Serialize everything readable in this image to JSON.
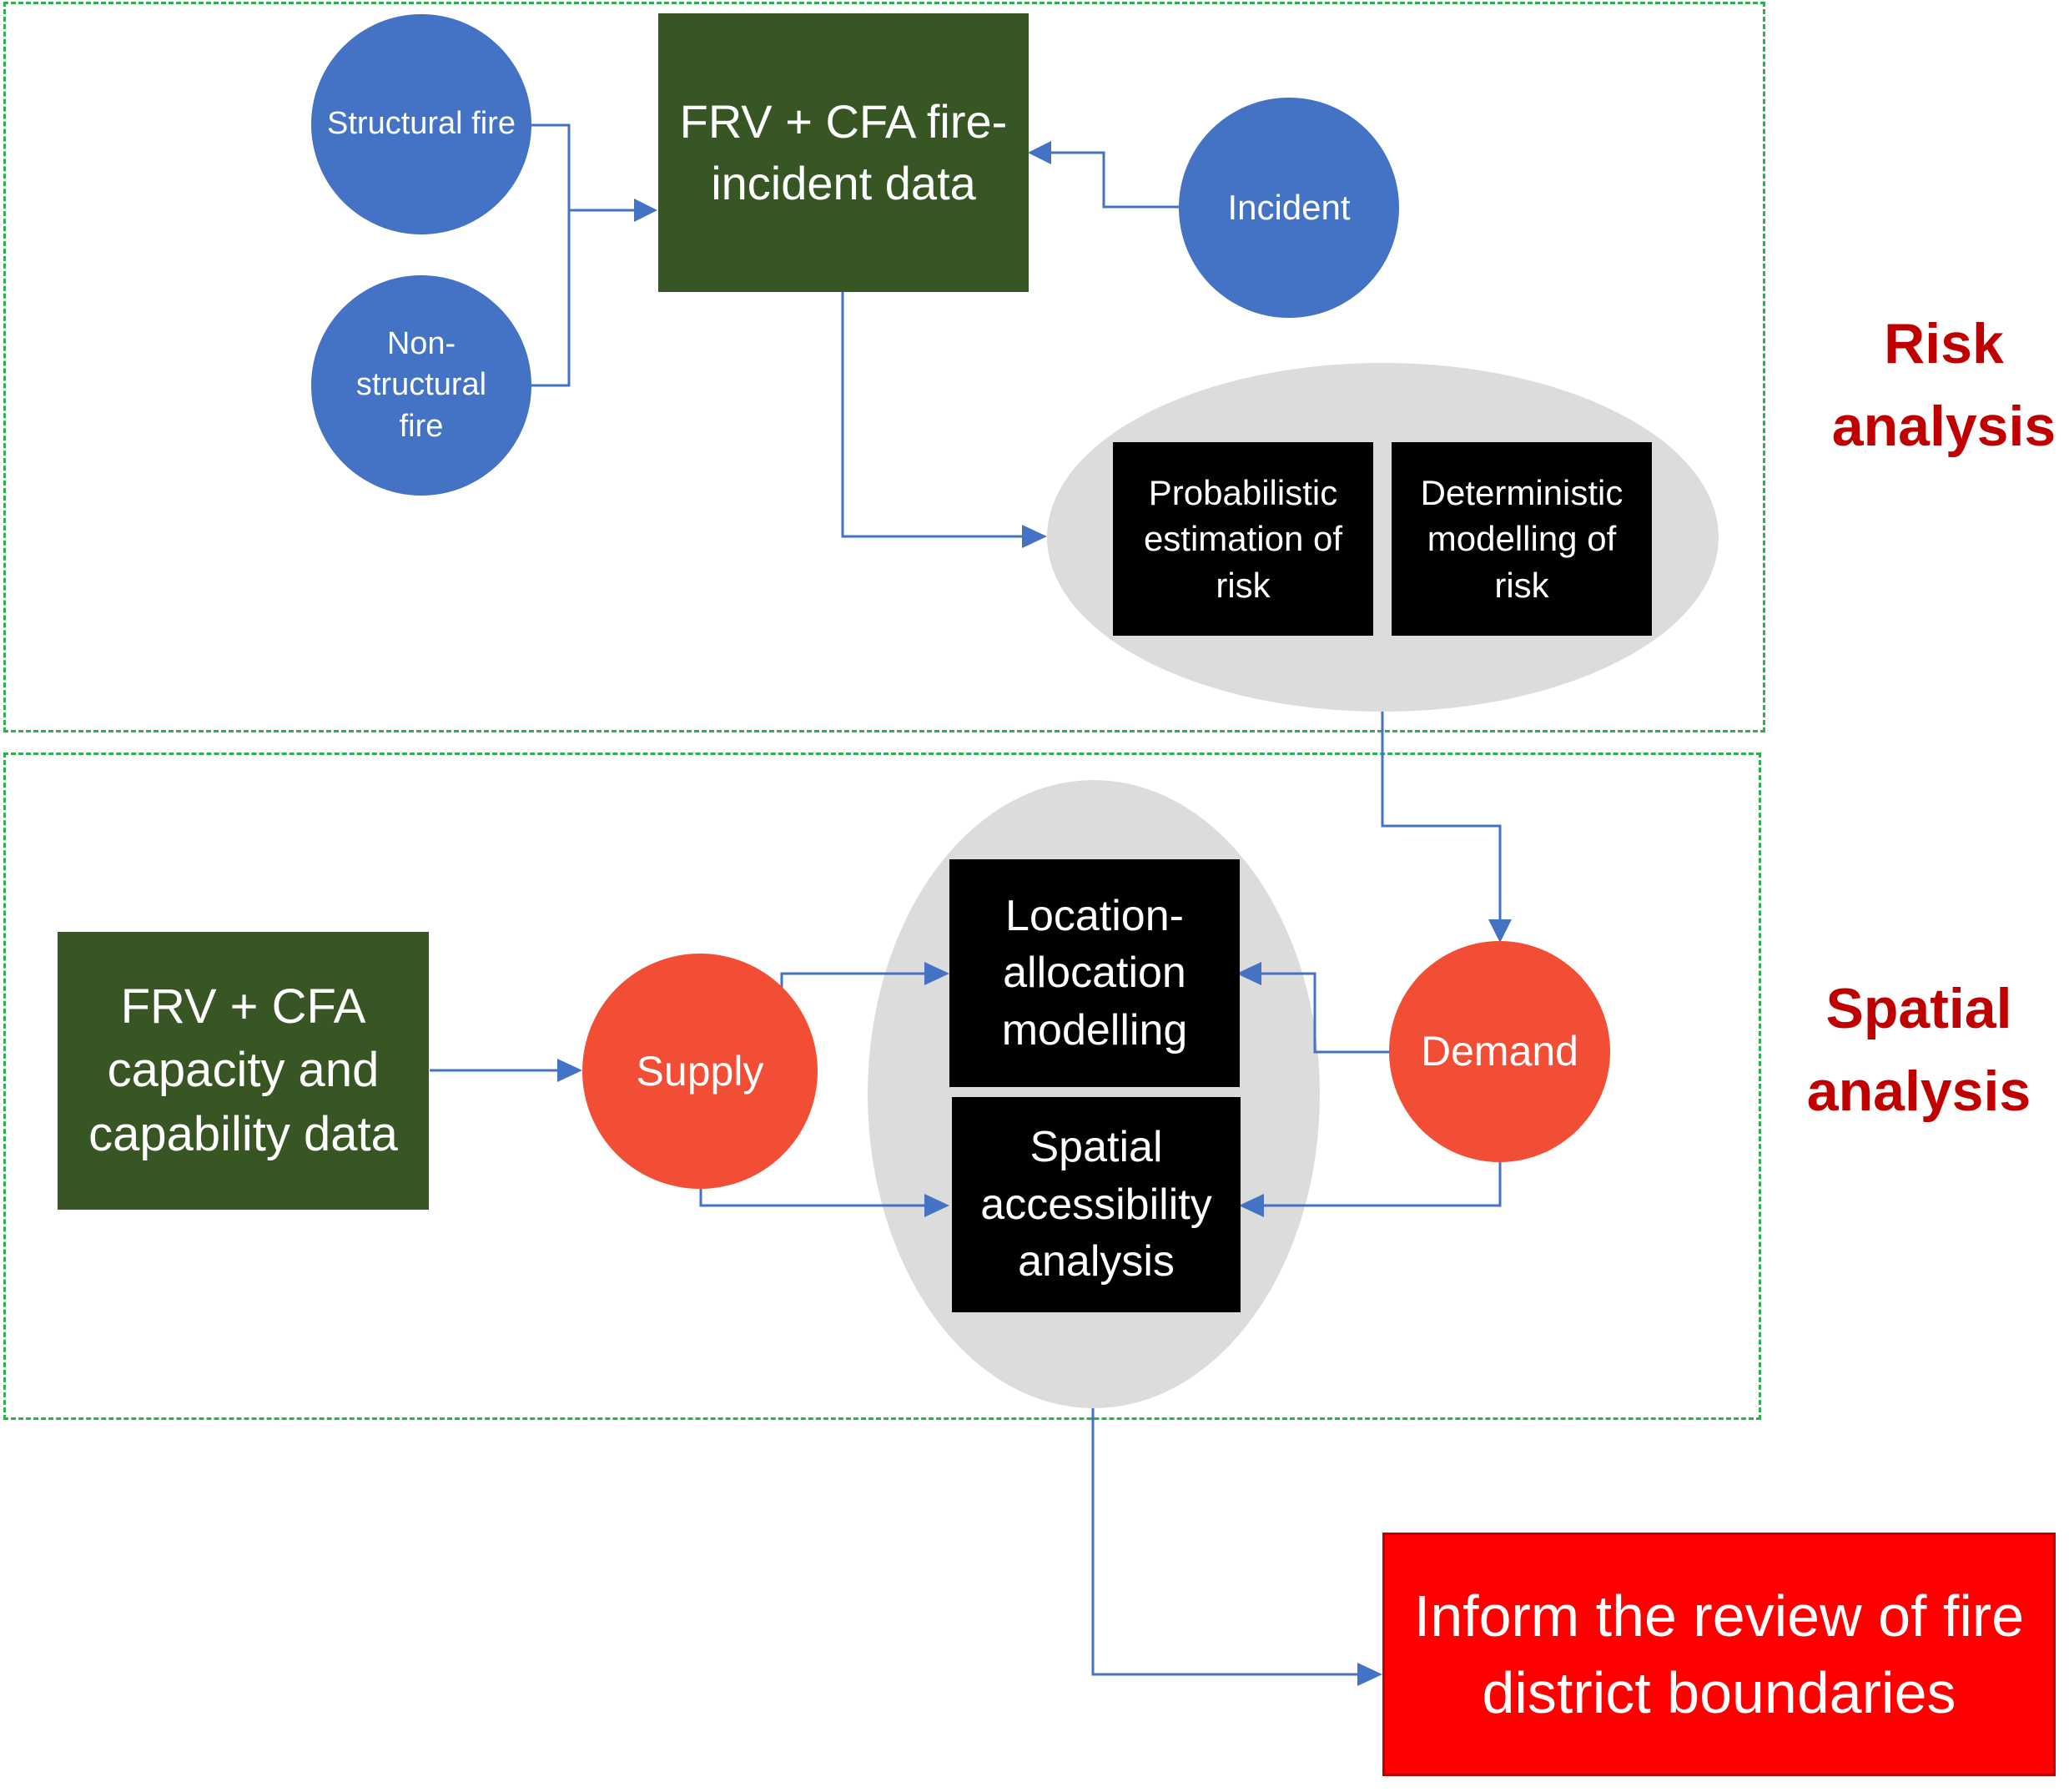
{
  "sections": {
    "risk_label_line1": "Risk",
    "risk_label_line2": "analysis",
    "spatial_label_line1": "Spatial",
    "spatial_label_line2": "analysis"
  },
  "nodes": {
    "structural_fire": "Structural fire",
    "non_structural_fire": "Non-structural fire",
    "incident": "Incident",
    "fire_incident_data": "FRV + CFA fire-incident data",
    "probabilistic": "Probabilistic estimation of risk",
    "deterministic": "Deterministic modelling of risk",
    "capacity_data": "FRV + CFA capacity and capability data",
    "supply": "Supply",
    "demand": "Demand",
    "location_allocation": "Location-allocation modelling",
    "spatial_accessibility": "Spatial accessibility analysis",
    "inform_review": "Inform the review of fire district boundaries"
  },
  "colors": {
    "blue_node": "#4472c4",
    "orange_node": "#f24e35",
    "green_box": "#375623",
    "black_box": "#000000",
    "red_box": "#ff0000",
    "label_red": "#c00000",
    "dashed_border": "#2db14c",
    "connector": "#4472c4",
    "oval_grey": "#dcdcdc"
  }
}
